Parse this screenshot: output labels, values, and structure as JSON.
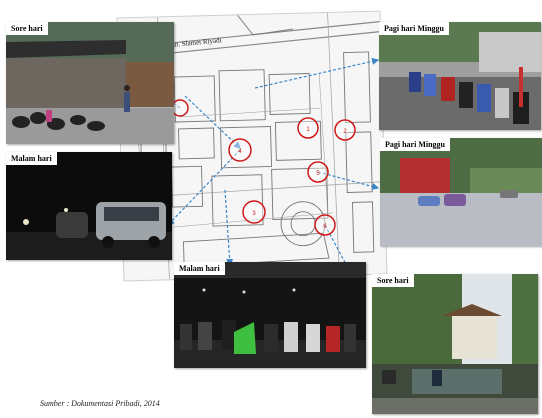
{
  "map": {
    "street_label": "Jln. Slamet Riyadi",
    "zone_numbers": [
      "1",
      "2",
      "3",
      "4",
      "5",
      "6"
    ]
  },
  "photos": [
    {
      "id": "sore-hari-1",
      "caption": "Sore hari"
    },
    {
      "id": "malam-hari-1",
      "caption": "Malam hari"
    },
    {
      "id": "malam-hari-2",
      "caption": "Malam hari"
    },
    {
      "id": "pagi-minggu-1",
      "caption": "Pagi hari Minggu"
    },
    {
      "id": "pagi-minggu-2",
      "caption": "Pagi hari Minggu"
    },
    {
      "id": "sore-hari-2",
      "caption": "Sore hari"
    }
  ],
  "source_note": "Sumber : Dokumentasi Pribadi, 2014",
  "colors": {
    "arrow": "#3a86c8",
    "zone_marker": "#d01818"
  }
}
